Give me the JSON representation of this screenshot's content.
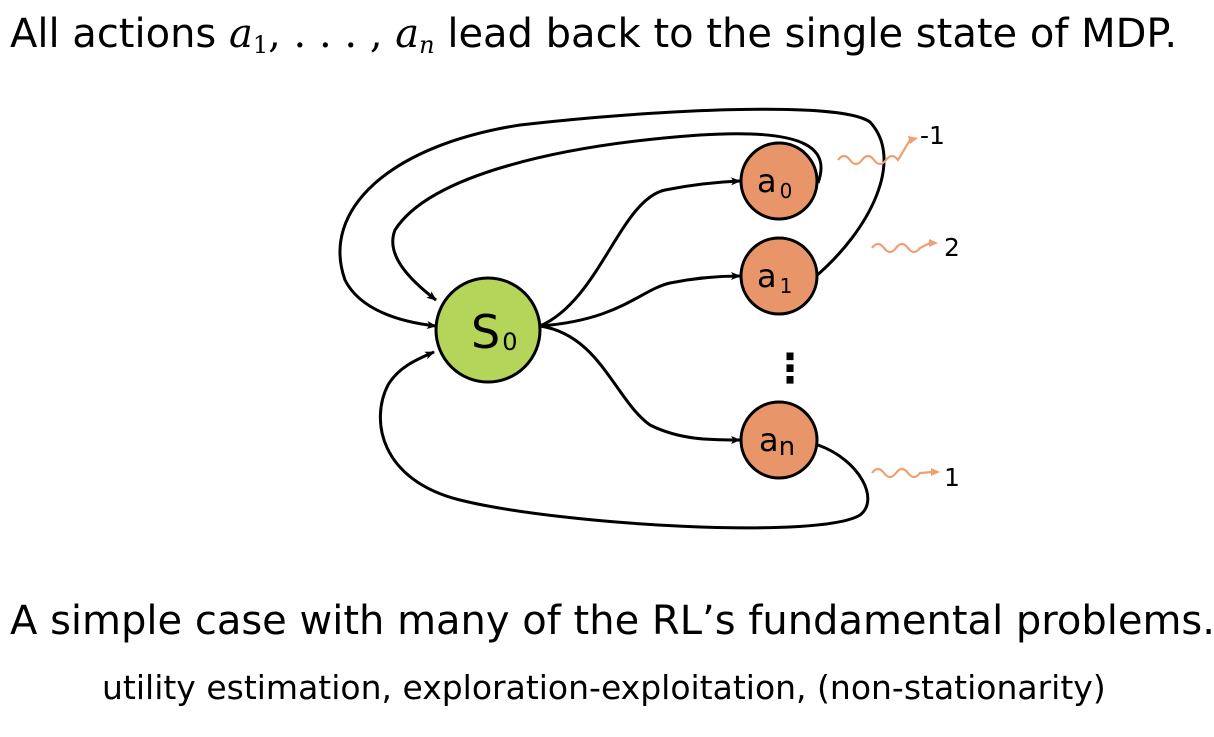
{
  "heading": {
    "prefix": "All actions ",
    "first_action": "a",
    "first_action_sub": "1",
    "ellipsis": ", . . . , ",
    "last_action": "a",
    "last_action_sub": "n",
    "suffix": " lead back to the single state of MDP."
  },
  "diagram": {
    "state": {
      "main": "S",
      "sub": "0",
      "color": "#b5d45a"
    },
    "actions": [
      {
        "main": "a",
        "sub": "0",
        "reward": "-1"
      },
      {
        "main": "a",
        "sub": "1",
        "reward": "2"
      },
      {
        "main": "a",
        "sub": "n",
        "reward": "1"
      }
    ],
    "ellipsis": "⋮",
    "action_color": "#e8956a",
    "reward_wave_color": "#f0a070"
  },
  "bottom": {
    "line1": "A simple case with many of the RL’s fundamental problems.",
    "line2": "utility estimation, exploration-exploitation, (non-stationarity)"
  }
}
